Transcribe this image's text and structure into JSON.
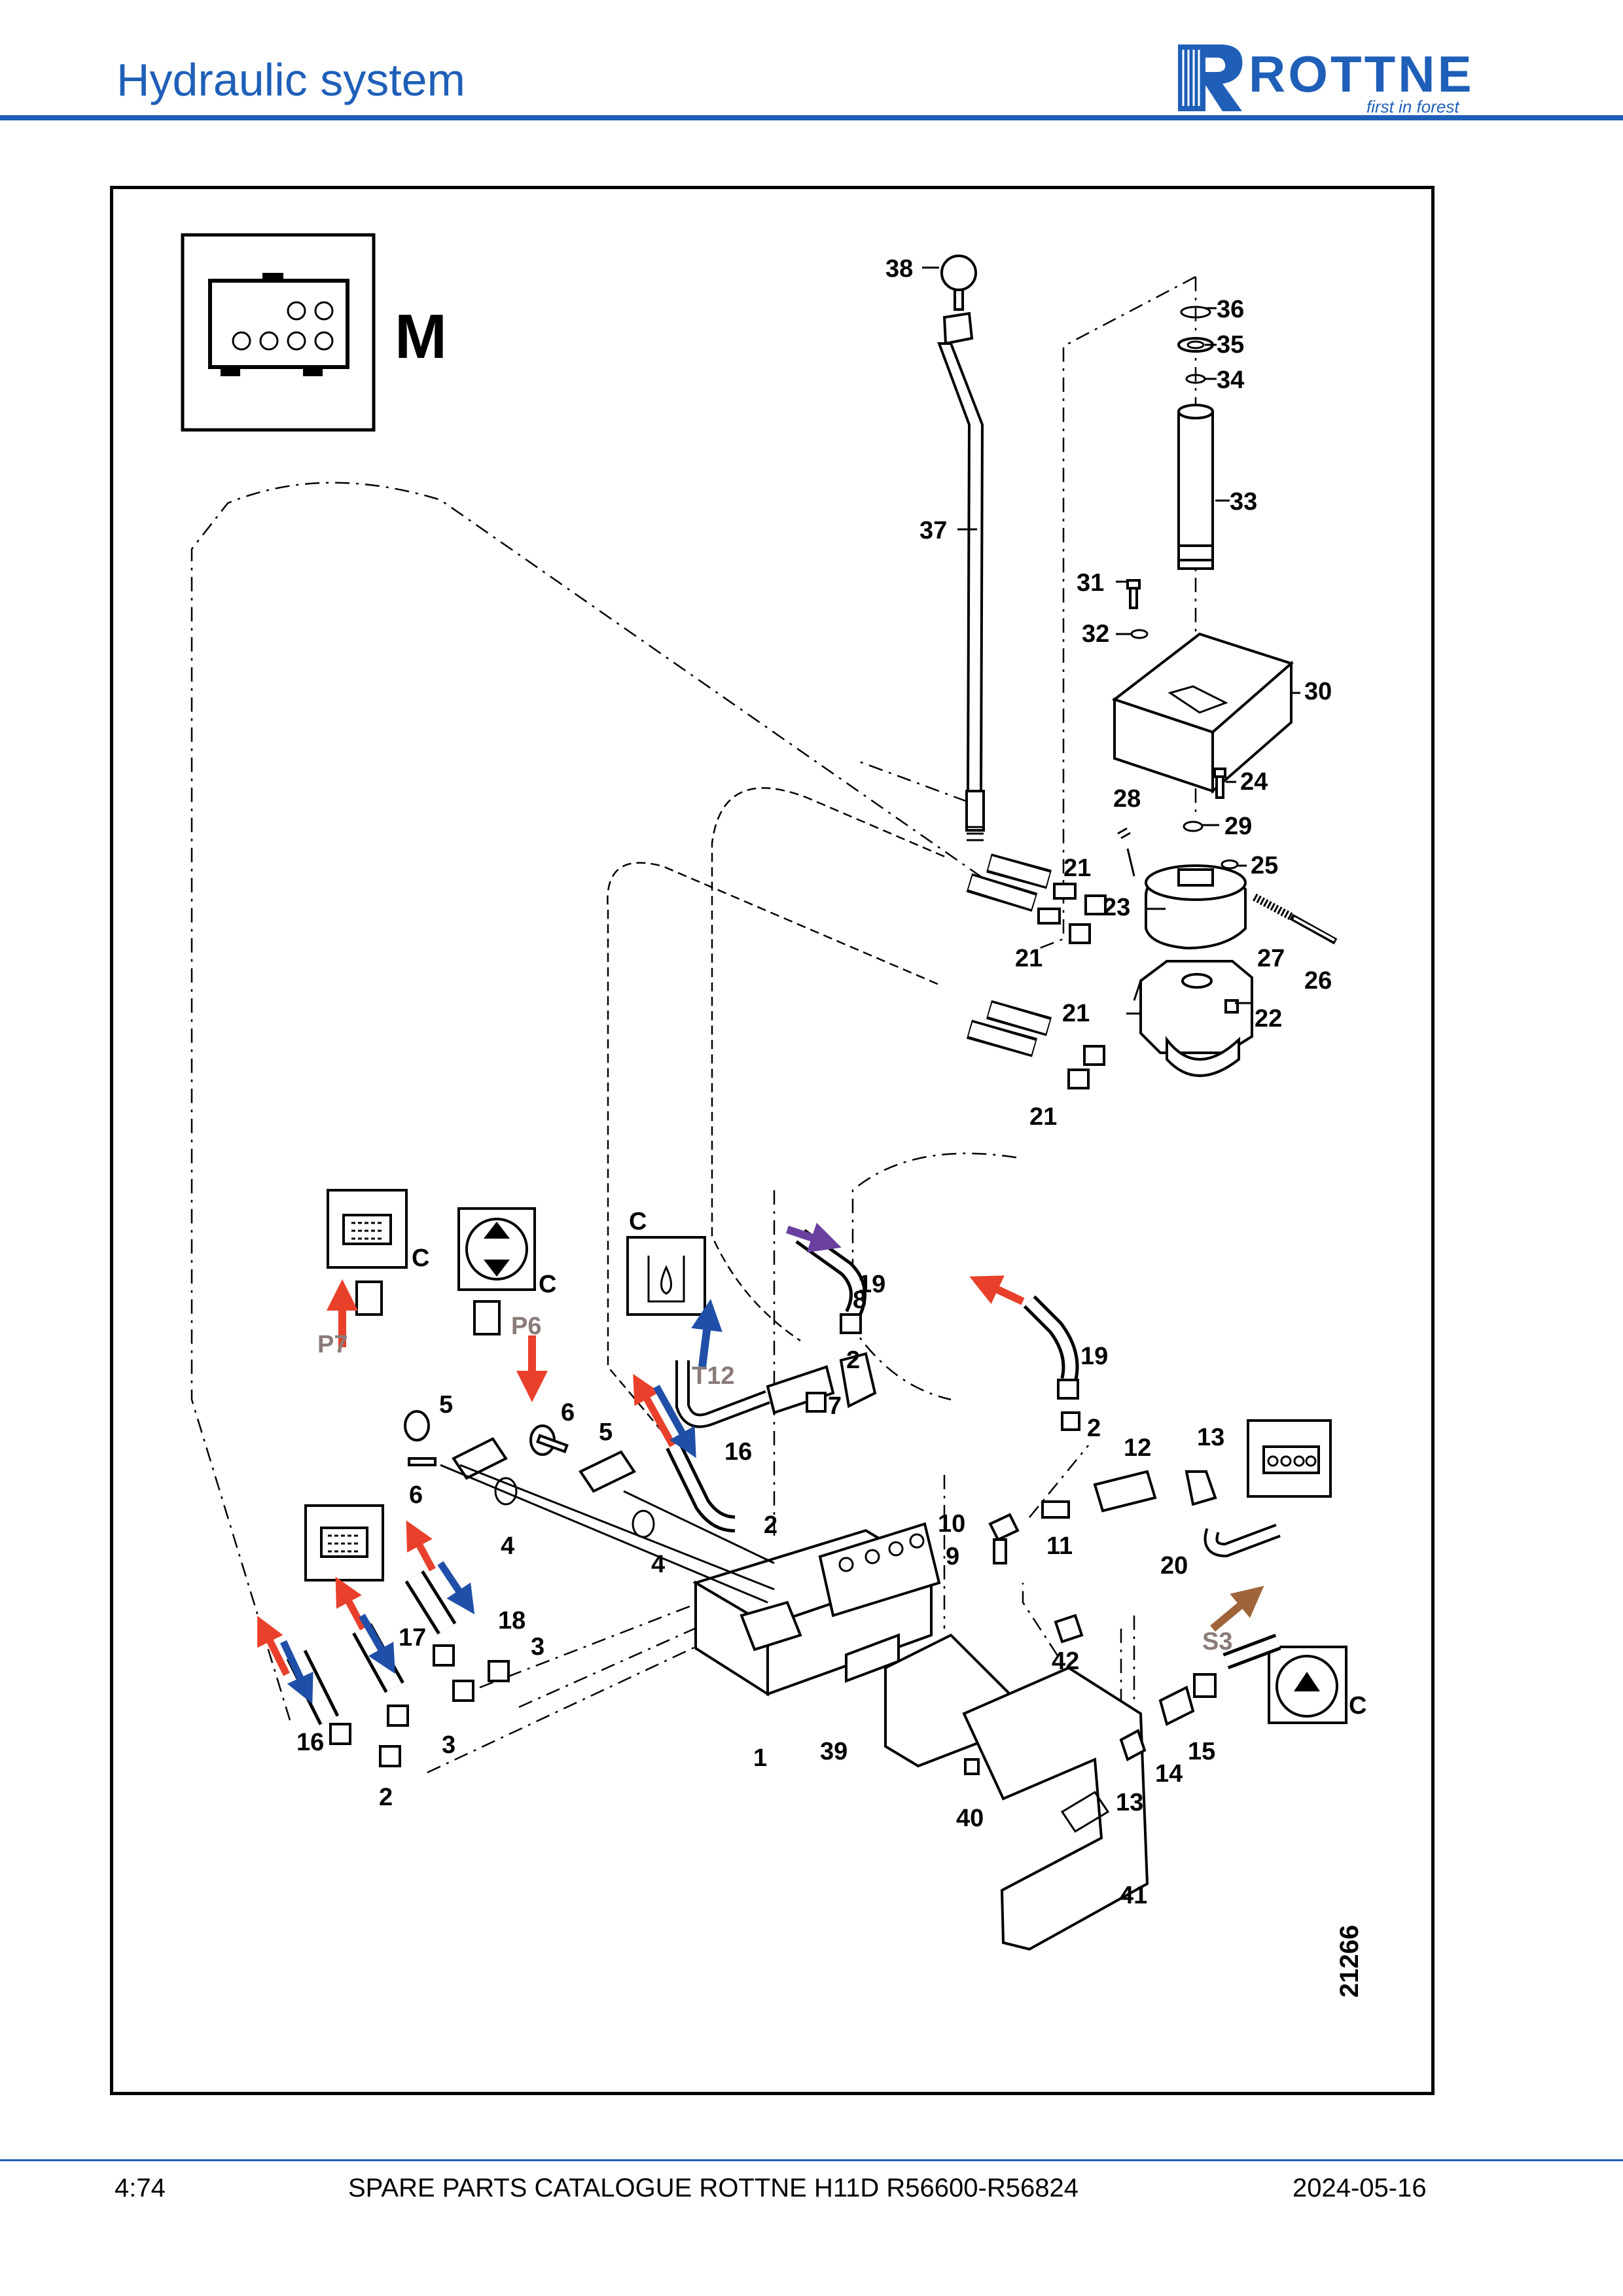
{
  "header": {
    "title": "Hydraulic system"
  },
  "logo": {
    "word": "ROTTNE",
    "tagline": "first in forest",
    "color": "#1f5fb8"
  },
  "diagram": {
    "section_letter": "M",
    "reference_number": "21266",
    "connector_c": "C",
    "port_labels": {
      "p7": "P7",
      "p6": "P6",
      "t12": "T12",
      "s3": "S3"
    },
    "callouts": {
      "c1": "1",
      "c2": "2",
      "c3": "3",
      "c4": "4",
      "c5": "5",
      "c6": "6",
      "c7": "7",
      "c8": "8",
      "c9": "9",
      "c10": "10",
      "c11": "11",
      "c12": "12",
      "c13": "13",
      "c14": "14",
      "c15": "15",
      "c16": "16",
      "c17": "17",
      "c18": "18",
      "c19": "19",
      "c20": "20",
      "c21": "21",
      "c22": "22",
      "c23": "23",
      "c24": "24",
      "c25": "25",
      "c26": "26",
      "c27": "27",
      "c28": "28",
      "c29": "29",
      "c30": "30",
      "c31": "31",
      "c32": "32",
      "c33": "33",
      "c34": "34",
      "c35": "35",
      "c36": "36",
      "c37": "37",
      "c38": "38",
      "c39": "39",
      "c40": "40",
      "c41": "41",
      "c42": "42"
    },
    "arrow_colors": {
      "red": "#e8402a",
      "blue": "#1f4fa8",
      "purple": "#6a3fa0",
      "brown": "#a0643a"
    }
  },
  "footer": {
    "page": "4:74",
    "catalogue": "SPARE PARTS CATALOGUE ROTTNE H11D R56600-R56824",
    "date": "2024-05-16"
  }
}
